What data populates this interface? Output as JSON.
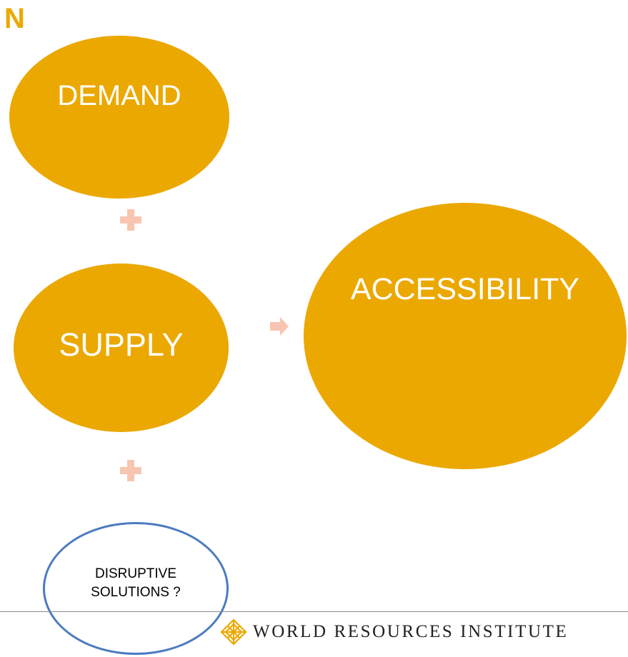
{
  "corner_letter": "N",
  "nodes": {
    "demand": {
      "label": "DEMAND"
    },
    "supply": {
      "label": "SUPPLY"
    },
    "accessibility": {
      "label": "ACCESSIBILITY"
    },
    "disruptive_solutions": {
      "label_lines": [
        "DISRUPTIVE",
        "SOLUTIONS ?"
      ]
    }
  },
  "footer": {
    "organization": "WORLD RESOURCES INSTITUTE"
  },
  "colors": {
    "node_fill": "#EBA800",
    "node_text": "#FFFFFF",
    "connector": "#F8C5B0",
    "outline_node_border": "#4C7BC0",
    "corner_letter": "#EBA800",
    "logo_mark": "#EBA800"
  }
}
